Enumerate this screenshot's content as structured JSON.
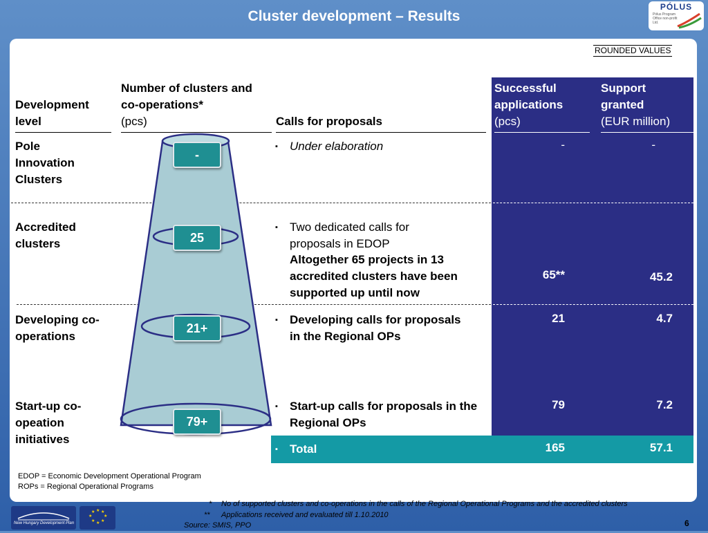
{
  "header": {
    "title": "Cluster development – Results",
    "logo_name": "PÓLUS",
    "logo_subtitle": "Pólus Program Office non-profit Ltd."
  },
  "note": "ROUNDED VALUES",
  "columns": {
    "development_level": "Development level",
    "number_bold": "Number of clusters and co-operations*",
    "number_unit": "(pcs)",
    "calls": "Calls for proposals",
    "successful_bold": "Successful applications",
    "successful_unit": "(pcs)",
    "support_bold": "Support granted",
    "support_unit": "(EUR million)"
  },
  "rows": [
    {
      "level": "Pole Innovation Clusters",
      "badge": "-",
      "call": "Under elaboration",
      "call_extra": "",
      "applications": "-",
      "support": "-"
    },
    {
      "level": "Accredited clusters",
      "badge": "25",
      "call": "Two dedicated calls for proposals in EDOP",
      "call_extra": "Altogether 65 projects in 13 accredited clusters have been supported up until now",
      "applications": "65**",
      "support": "45.2"
    },
    {
      "level": "Developing co-operations",
      "badge": "21+",
      "call": "Developing calls for proposals in the Regional OPs",
      "call_extra": "",
      "applications": "21",
      "support": "4.7"
    },
    {
      "level": "Start-up co-opeation initiatives",
      "badge": "79+",
      "call": "Start-up calls for proposals in the Regional OPs",
      "call_extra": "",
      "applications": "79",
      "support": "7.2"
    }
  ],
  "total": {
    "label": "Total",
    "applications": "165",
    "support": "57.1"
  },
  "abbreviations": [
    "EDOP = Economic Development Operational Program",
    "ROPs = Regional Operational Programs"
  ],
  "footnotes": {
    "star1_marker": "*",
    "star1": "No of supported clusters and co-operations in the calls of the Regional Operational Programs and the accredited clusters",
    "star2_marker": "**",
    "star2": "Applications received  and evaluated till 1.10.2010",
    "source": "Source:  SMIS, PPO"
  },
  "footer_logos": {
    "nhdp": "New Hungary Development Plan"
  },
  "page_number": "6",
  "colors": {
    "background": "#3f70b5",
    "dark_column": "#2b2e85",
    "total_bar": "#149aa5",
    "badge": "#1f8f92",
    "funnel": "#a9ccd4",
    "funnel_outline": "#2b2e85"
  },
  "icons": {
    "bullet": "square-bullet",
    "eu_flag": "eu-flag-icon",
    "logo_swoosh": "polus-swoosh-icon"
  }
}
